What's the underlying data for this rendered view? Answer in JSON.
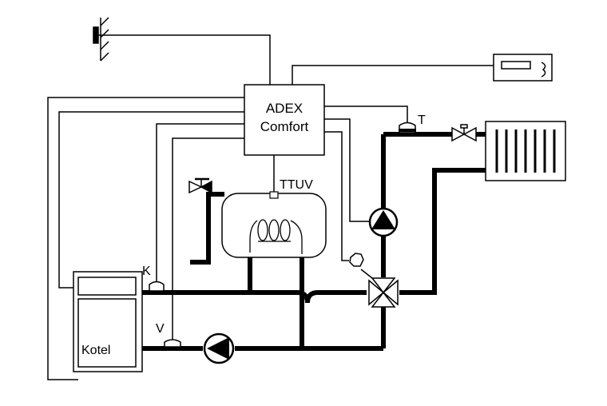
{
  "labels": {
    "controller_line1": "ADEX",
    "controller_line2": "Comfort",
    "tank_sensor": "TTUV",
    "sensor_t": "T",
    "sensor_k": "K",
    "sensor_v": "V",
    "boiler": "Kotel"
  },
  "icons": {
    "outdoor_sensor": "wall-sensor-icon",
    "thermostat": "room-thermostat-icon",
    "radiator": "radiator-icon",
    "pump": "pump-icon",
    "mixing_valve": "three-way-valve-icon",
    "safety_valve": "safety-valve-icon"
  },
  "colors": {
    "line": "#000000",
    "background": "#ffffff"
  }
}
